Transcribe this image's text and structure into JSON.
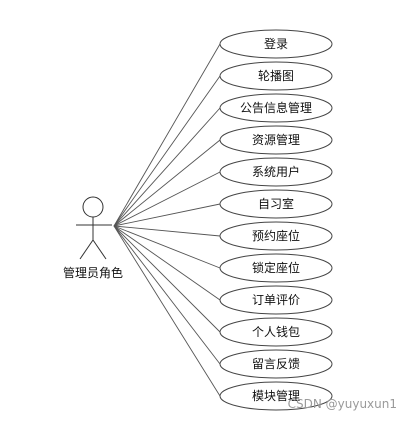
{
  "actor": {
    "label": "管理员角色"
  },
  "use_cases": [
    "登录",
    "轮播图",
    "公告信息管理",
    "资源管理",
    "系统用户",
    "自习室",
    "预约座位",
    "锁定座位",
    "订单评价",
    "个人钱包",
    "留言反馈",
    "模块管理"
  ],
  "watermark": "CSDN @yuyuxun1",
  "colors": {
    "stroke": "#444444",
    "text": "#111111",
    "watermark": "#9a9a9a"
  }
}
